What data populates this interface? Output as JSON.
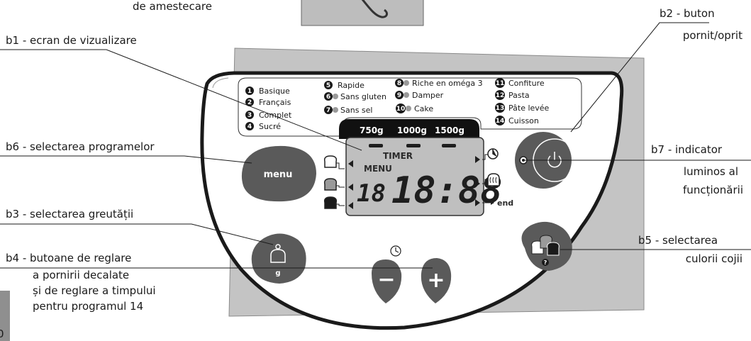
{
  "top_fragment": "de amestecare",
  "labels": {
    "b1": "b1 - ecran de vizualizare",
    "b2_l1": "b2 - buton",
    "b2_l2": "pornit/oprit",
    "b6": "b6 - selectarea programelor",
    "b3": "b3 - selectarea greutății",
    "b4_l1": "b4 - butoane de reglare",
    "b4_l2": "a pornirii decalate",
    "b4_l3": "și de reglare a timpului",
    "b4_l4": "pentru programul 14",
    "b7_l1": "b7 - indicator",
    "b7_l2": "luminos al",
    "b7_l3": "funcționării",
    "b5_l1": "b5 - selectarea",
    "b5_l2": "culorii cojii"
  },
  "programs": [
    {
      "num": "1",
      "name": "Basique"
    },
    {
      "num": "2",
      "name": "Français"
    },
    {
      "num": "3",
      "name": "Complet"
    },
    {
      "num": "4",
      "name": "Sucré"
    },
    {
      "num": "5",
      "name": "Rapide"
    },
    {
      "num": "6",
      "name": "Sans gluten"
    },
    {
      "num": "7",
      "name": "Sans sel"
    },
    {
      "num": "8",
      "name": "Riche en oméga 3"
    },
    {
      "num": "9",
      "name": "Damper"
    },
    {
      "num": "10",
      "name": "Cake"
    },
    {
      "num": "11",
      "name": "Confiture"
    },
    {
      "num": "12",
      "name": "Pasta"
    },
    {
      "num": "13",
      "name": "Pâte levée"
    },
    {
      "num": "14",
      "name": "Cuisson"
    }
  ],
  "weights": [
    "750g",
    "1000g",
    "1500g"
  ],
  "display": {
    "timer": "TIMER",
    "menu": "MENU",
    "program_digits": "18",
    "time_digits": "18:88",
    "end": "end"
  },
  "buttons": {
    "menu": "menu",
    "weight_unit": "g",
    "minus": "−",
    "plus": "+",
    "crust_help": "?"
  },
  "page_corner": "0"
}
